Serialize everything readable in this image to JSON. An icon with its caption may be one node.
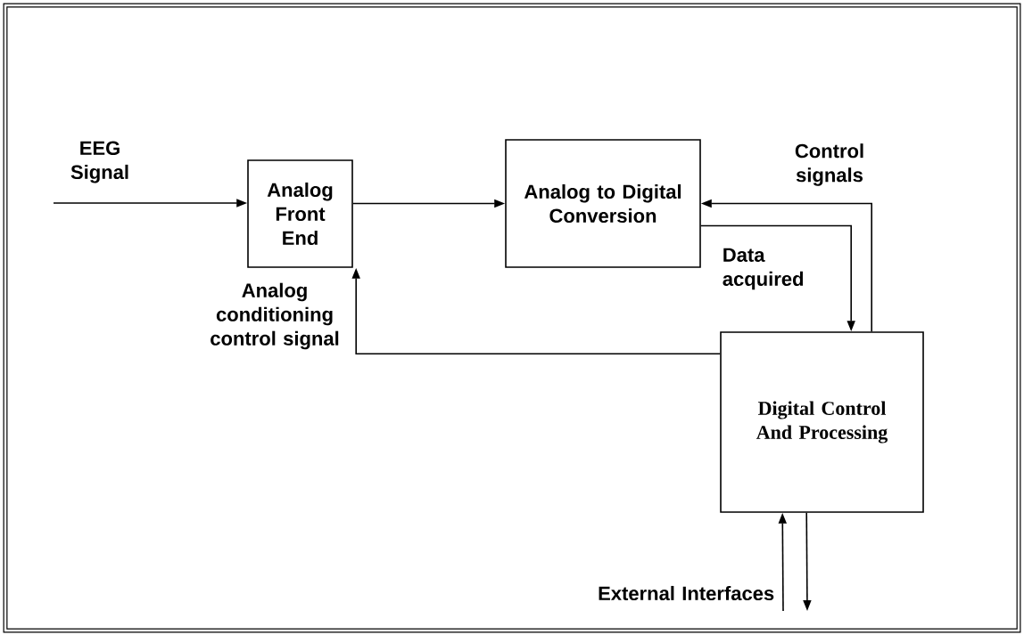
{
  "diagram": {
    "nodes": [
      {
        "text": [
          "Analog Front End"
        ]
      },
      {
        "text": [
          "Analog to Digital Conversion"
        ]
      },
      {
        "text": [
          "Digital Control And Processing"
        ]
      }
    ],
    "edges": [
      {
        "from": null,
        "to": 0,
        "arrow": "to",
        "label": "EEG Signal"
      },
      {
        "from": 0,
        "to": 1,
        "arrow": "to"
      },
      {
        "from": 2,
        "to": 1,
        "arrow": "to",
        "label": "Control signals"
      },
      {
        "from": 1,
        "to": 2,
        "arrow": "to",
        "label": "Data acquired"
      },
      {
        "from": 2,
        "to": 0,
        "arrow": "to",
        "label": "Analog conditioning control signal"
      },
      {
        "from": null,
        "to": 2,
        "arrow": "to",
        "label": "External Interfaces"
      },
      {
        "from": 2,
        "to": null,
        "arrow": "to"
      }
    ]
  }
}
